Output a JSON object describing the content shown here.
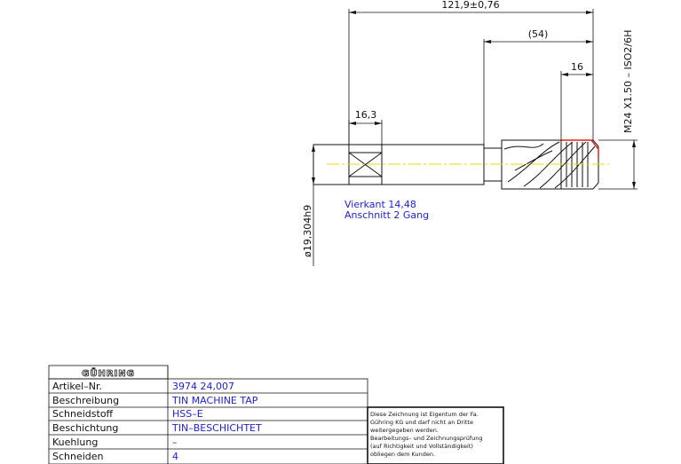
{
  "dimensions": {
    "overall_length": "121,9±0,76",
    "thread_region": "(54)",
    "chamfer_length": "16",
    "square_length": "16,3",
    "shank_diameter": "ø19,304h9",
    "thread_spec": "M24   X1.50  –  ISO2/6H"
  },
  "notes": {
    "square": "Vierkant 14,48",
    "chamfer": "Anschnitt 2 Gang"
  },
  "title_block": {
    "logo": "GÜHRING",
    "rows": [
      {
        "label": "Artikel–Nr.",
        "value": "3974 24,007"
      },
      {
        "label": "Beschreibung",
        "value": "TIN MACHINE TAP"
      },
      {
        "label": "Schneidstoff",
        "value": "HSS–E"
      },
      {
        "label": "Beschichtung",
        "value": "TIN–BESCHICHTET"
      },
      {
        "label": "Kuehlung",
        "value": "–"
      },
      {
        "label": "Schneiden",
        "value": "4"
      }
    ],
    "disclaimer": [
      "Diese Zeichnung ist Eigentum der Fa.",
      "Gühring KG und darf nicht an Dritte",
      "weitergegeben werden.",
      "Bearbeitungs– und Zeichnungsprüfung",
      "(auf Richtigkeit und Vollständigkeit)",
      "obliegen dem Kunden."
    ]
  },
  "colors": {
    "line": "#111111",
    "text_blue": "#2222cc",
    "centerline": "#e8d800",
    "chamfer_red": "#dd2222"
  }
}
